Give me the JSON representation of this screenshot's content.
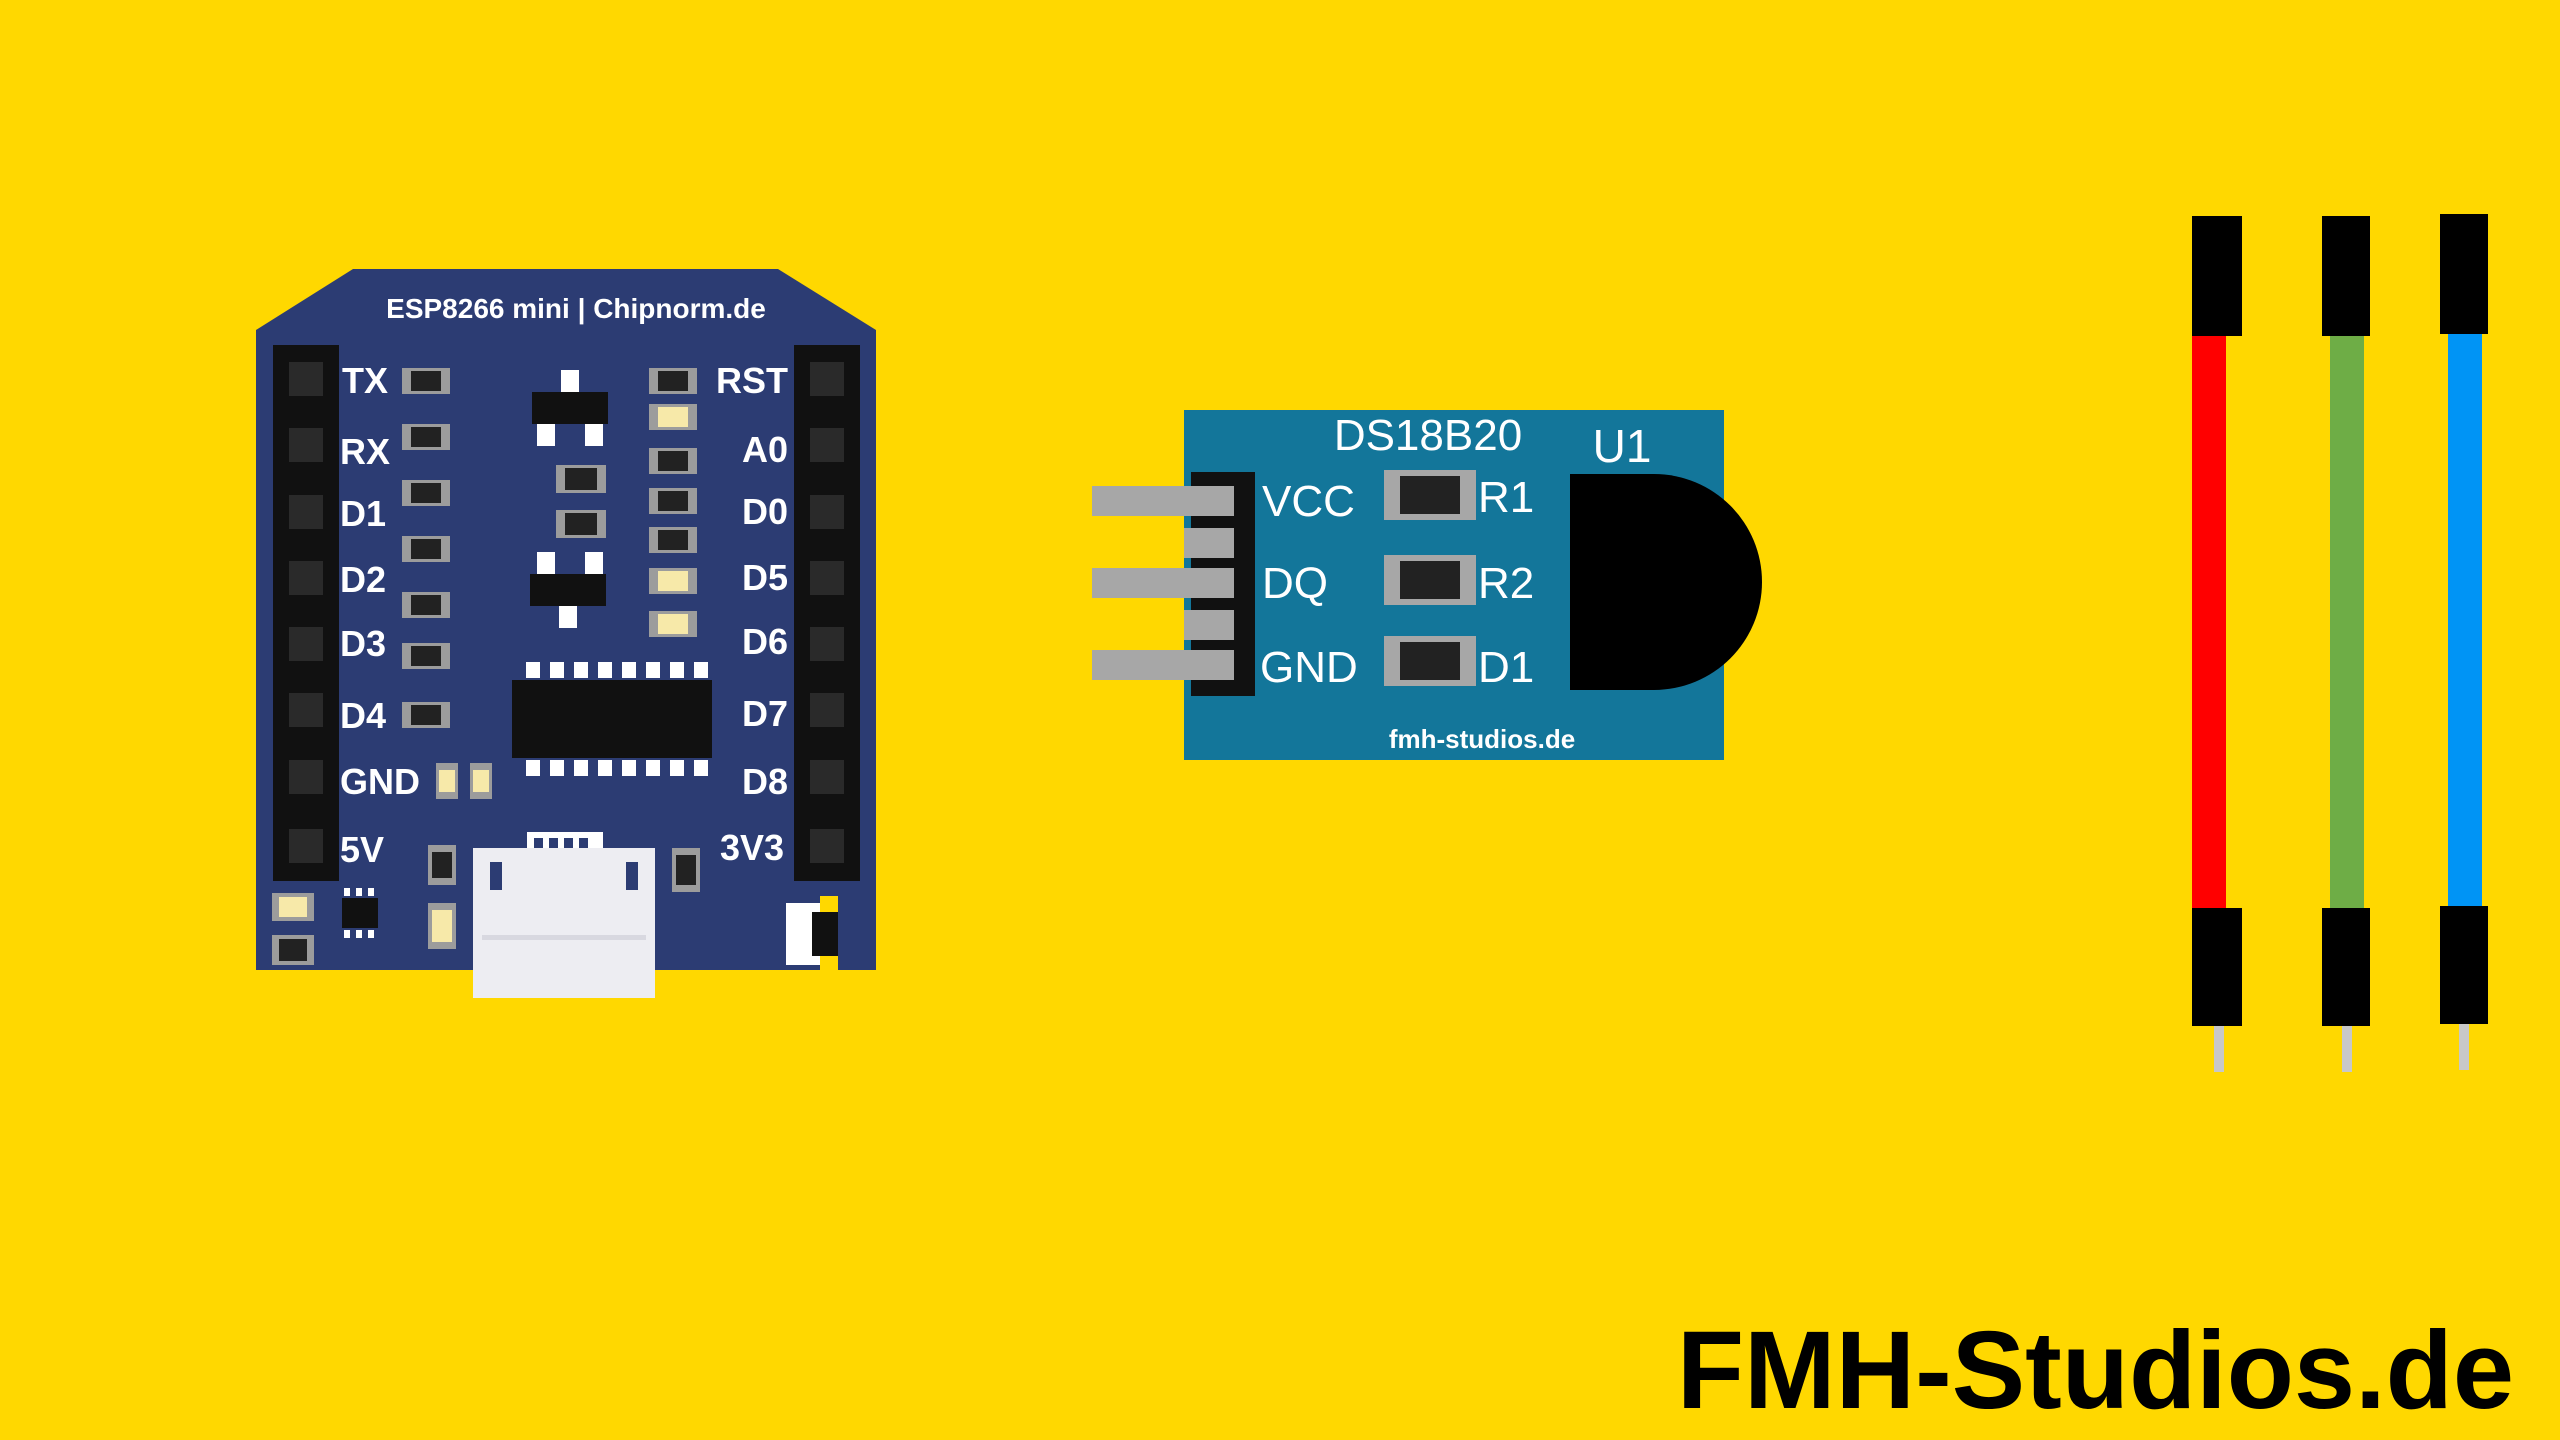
{
  "colors": {
    "background": "#FFD800",
    "esp_board": "#2C3C73",
    "ds_module": "#13769A",
    "header_black": "#111111",
    "pin_gray": "#A7A7A7",
    "led_yellow": "#F7E9A9",
    "wire_red": "#FF0000",
    "wire_green": "#6EAD46",
    "wire_blue": "#0094F5"
  },
  "esp": {
    "title": "ESP8266 mini | Chipnorm.de",
    "left_pins": [
      "TX",
      "RX",
      "D1",
      "D2",
      "D3",
      "D4",
      "GND",
      "5V"
    ],
    "right_pins": [
      "RST",
      "A0",
      "D0",
      "D5",
      "D6",
      "D7",
      "D8",
      "3V3"
    ]
  },
  "ds": {
    "title": "DS18B20",
    "sensor_label": "U1",
    "pins": [
      "VCC",
      "DQ",
      "GND"
    ],
    "components": [
      "R1",
      "R2",
      "D1"
    ],
    "footer": "fmh-studios.de"
  },
  "wires": [
    "red-wire",
    "green-wire",
    "blue-wire"
  ],
  "brand": "FMH-Studios.de"
}
